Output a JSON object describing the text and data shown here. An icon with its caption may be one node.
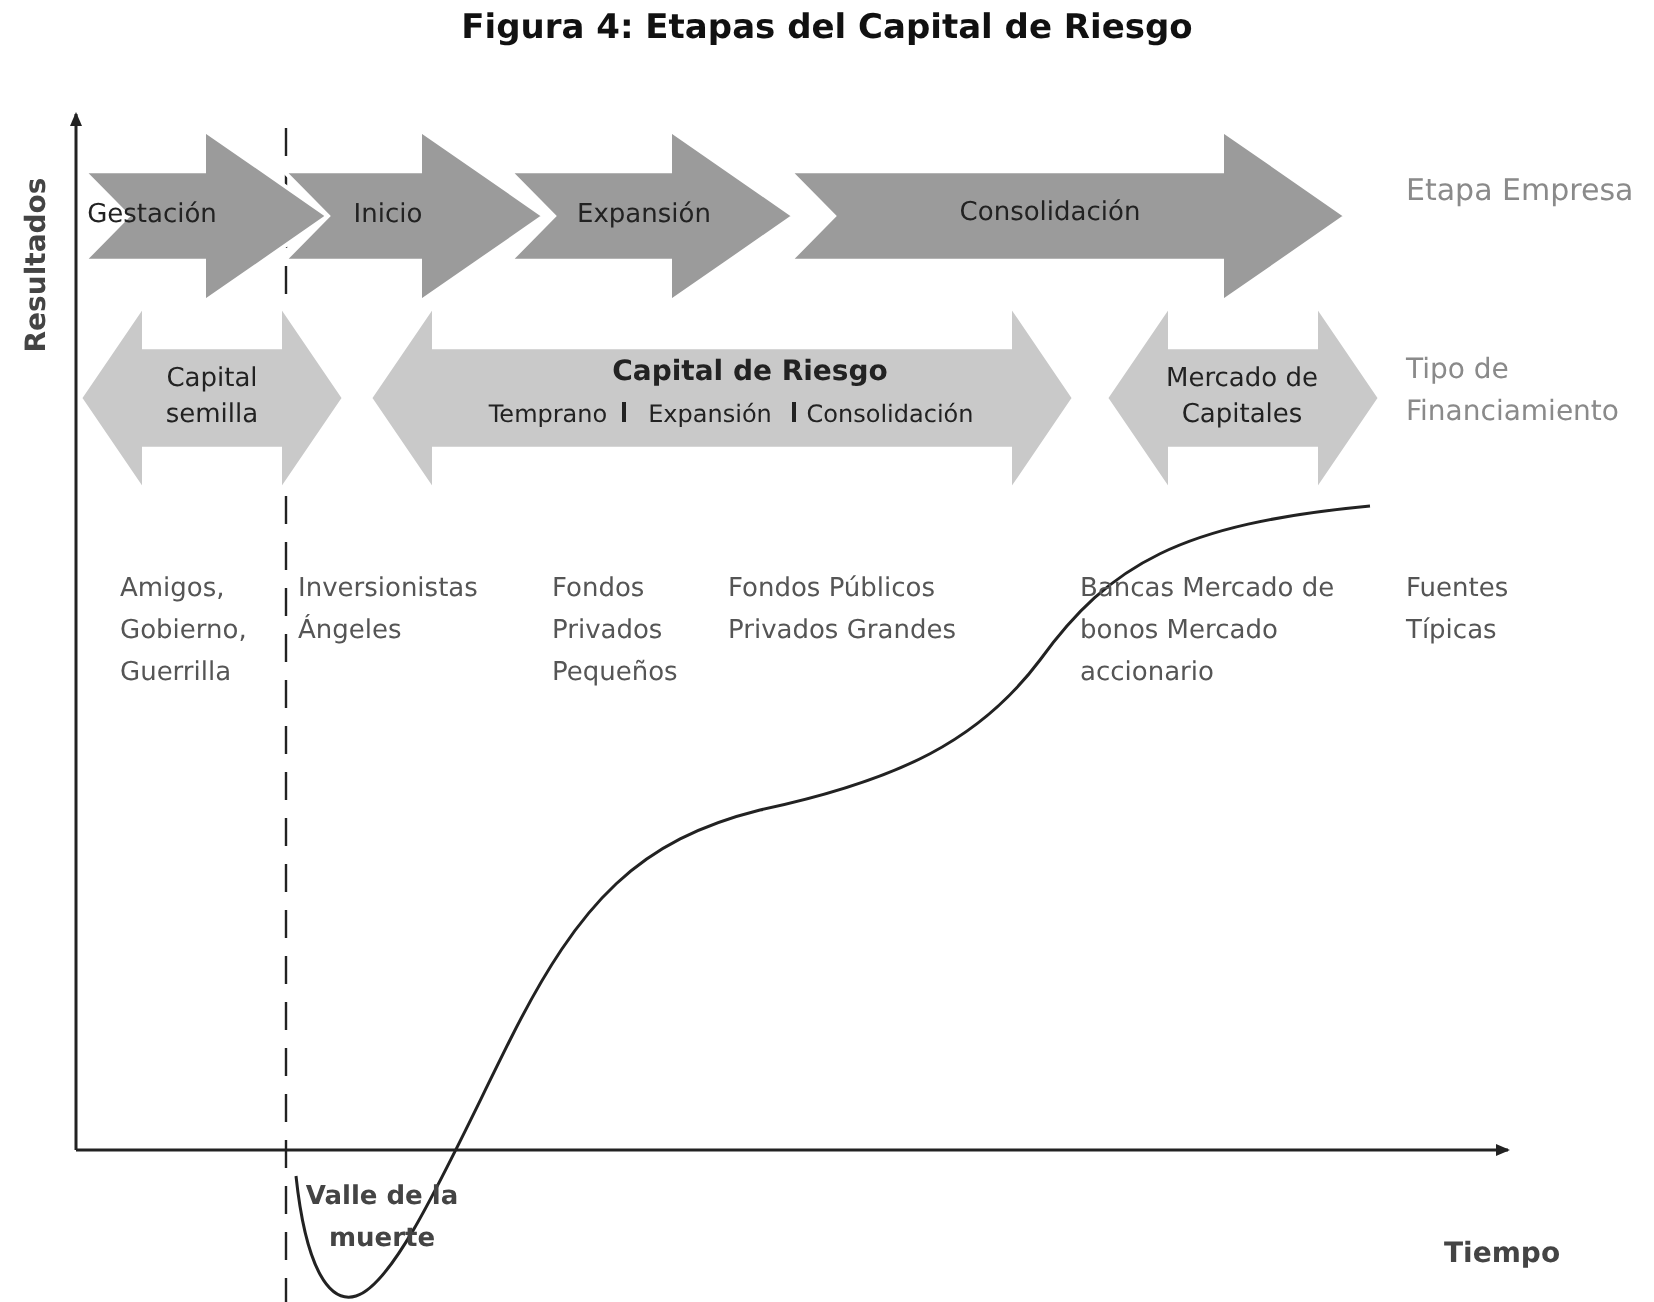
{
  "diagram": {
    "title": "Figura 4: Etapas del Capital de Riesgo",
    "nodes": [
      {
        "text": [
          "Gestación"
        ]
      },
      {
        "text": [
          "Inicio"
        ]
      },
      {
        "text": [
          "Expansión"
        ]
      },
      {
        "text": [
          "Consolidación"
        ]
      },
      {
        "text": [
          "Capital semilla"
        ]
      },
      {
        "text": [
          "Capital de Riesgo",
          "Temprano",
          "Expansión",
          "Consolidación"
        ]
      },
      {
        "text": [
          "Mercado de Capitales"
        ]
      }
    ],
    "edges": [],
    "labels": [
      "Etapa Empresa",
      "Tipo de Financiamiento",
      "Amigos, Gobierno, Guerrilla",
      "Inversionistas Ángeles",
      "Fondos Privados Pequeños",
      "Fondos Públicos Privados Grandes",
      "Bancas Mercado de bonos Mercado accionario",
      "Fuentes Típicas",
      "Resultados",
      "Valle de la muerte",
      "Tiempo"
    ]
  }
}
